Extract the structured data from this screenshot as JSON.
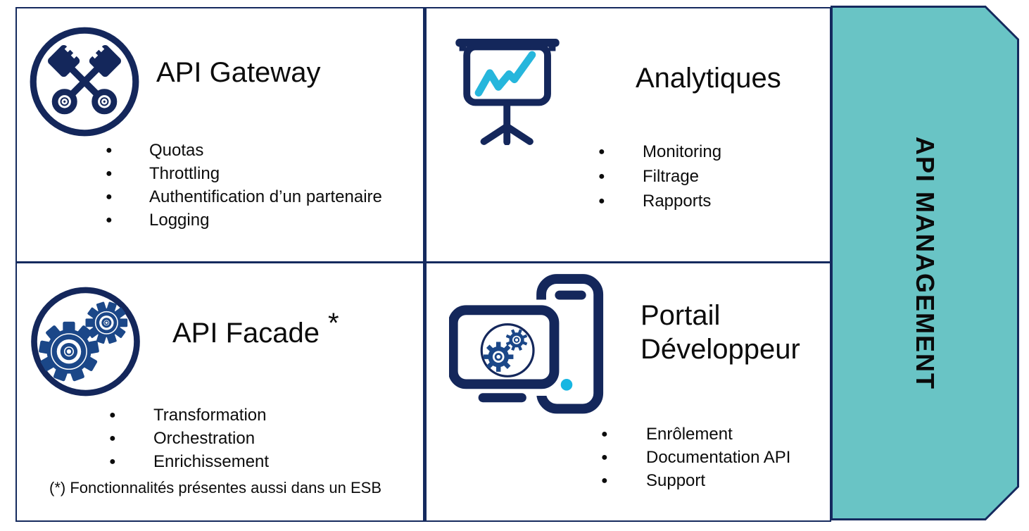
{
  "banner": {
    "label": "API MANAGEMENT",
    "fill_color": "#69C4C5",
    "border_color": "#152A5E",
    "text_color": "#0a0a0a"
  },
  "colors": {
    "grid_border": "#152A5E",
    "icon_navy": "#14275B",
    "gear_blue": "#1B4788",
    "chart_cyan": "#26B6DC",
    "dot_cyan": "#17B6E2",
    "text": "#0c0c0c"
  },
  "quadrants": [
    {
      "title": "API Gateway",
      "icon": "crossed-keys-icon",
      "bullets": [
        "Quotas",
        "Throttling",
        "Authentification d’un partenaire",
        "Logging"
      ]
    },
    {
      "title": "Analytiques",
      "icon": "presentation-chart-icon",
      "bullets": [
        "Monitoring",
        "Filtrage",
        "Rapports"
      ]
    },
    {
      "title": "API Facade",
      "title_mark": "*",
      "icon": "gears-icon",
      "bullets": [
        "Transformation",
        "Orchestration",
        "Enrichissement"
      ],
      "footnote": "(*) Fonctionnalités présentes aussi dans un ESB"
    },
    {
      "title_lines": [
        "Portail",
        "Développeur"
      ],
      "icon": "developer-portal-icon",
      "bullets": [
        "Enrôlement",
        "Documentation API",
        "Support"
      ]
    }
  ]
}
